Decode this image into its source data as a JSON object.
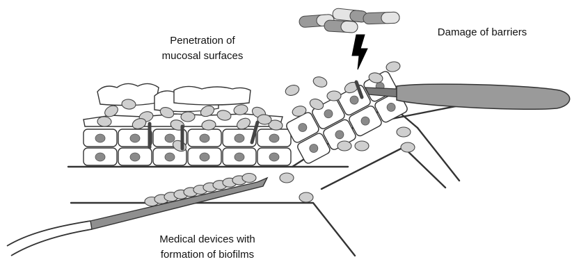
{
  "labels": {
    "penetration_line1": "Penetration of",
    "penetration_line2": "mucosal surfaces",
    "damage": "Damage of barriers",
    "medical_line1": "Medical devices with",
    "medical_line2": "formation of biofilms"
  },
  "colors": {
    "yeast_fill": "#cfcfcf",
    "nucleus_fill": "#8a8a8a",
    "device_fill": "#8f8f8f",
    "capsule_dark": "#9a9a9a",
    "capsule_light": "#e4e4e4",
    "line": "#333333"
  },
  "icons": [
    "lightning-bolt-icon",
    "capsule-icon",
    "scalpel-icon",
    "catheter-icon"
  ]
}
